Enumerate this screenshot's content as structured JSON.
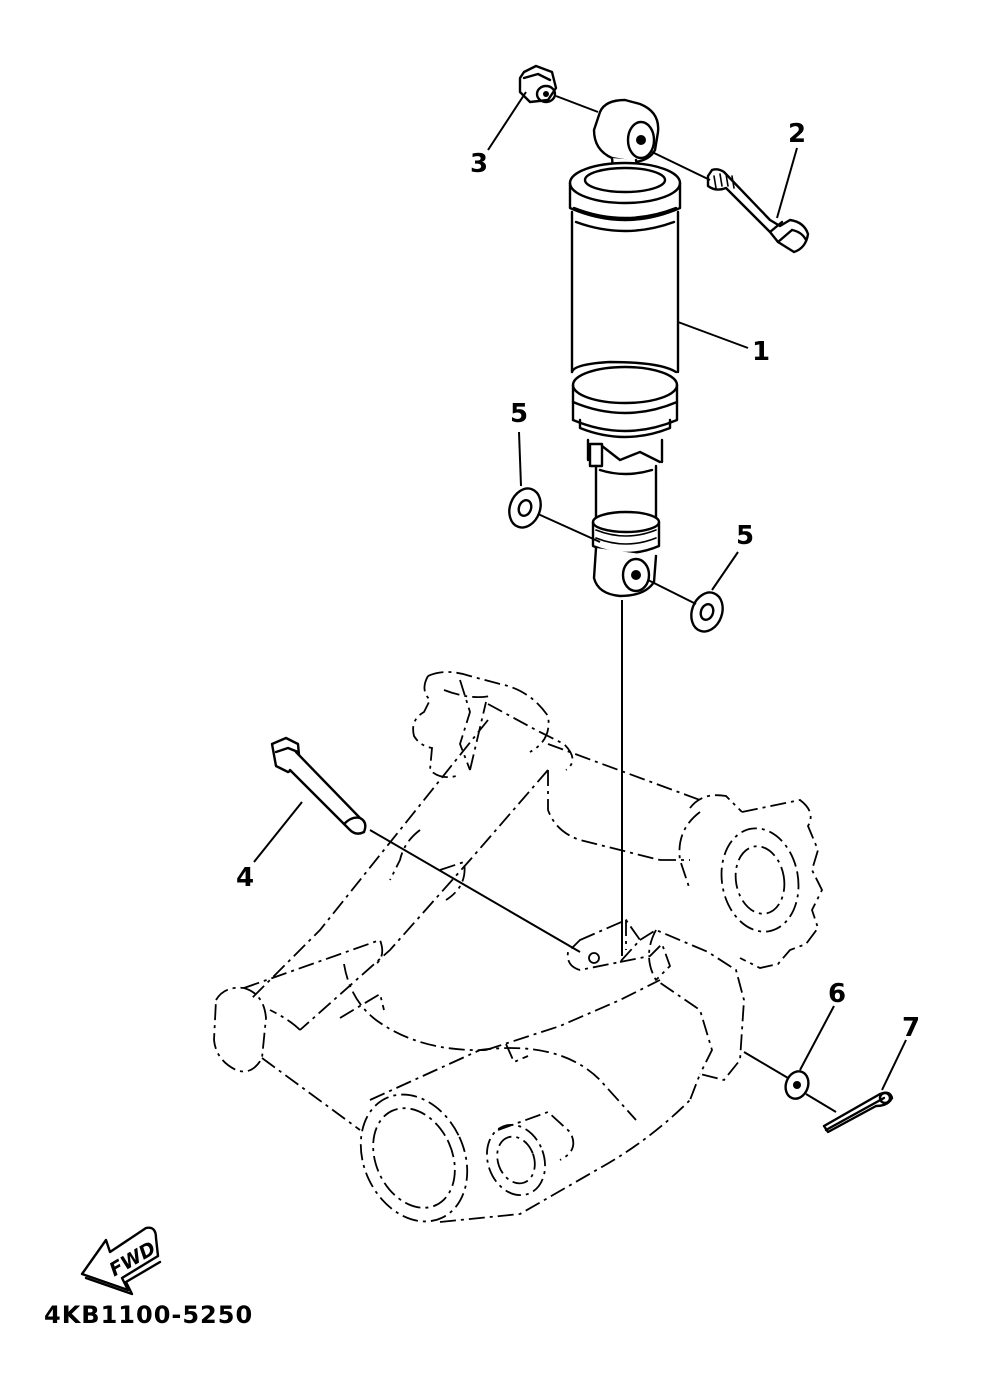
{
  "diagram": {
    "callouts": [
      {
        "id": "1",
        "label": "1"
      },
      {
        "id": "2",
        "label": "2"
      },
      {
        "id": "3",
        "label": "3"
      },
      {
        "id": "4",
        "label": "4"
      },
      {
        "id": "5a",
        "label": "5"
      },
      {
        "id": "5b",
        "label": "5"
      },
      {
        "id": "6",
        "label": "6"
      },
      {
        "id": "7",
        "label": "7"
      }
    ],
    "fwd_label": "FWD",
    "diagram_code": "4KB1100-5250"
  }
}
